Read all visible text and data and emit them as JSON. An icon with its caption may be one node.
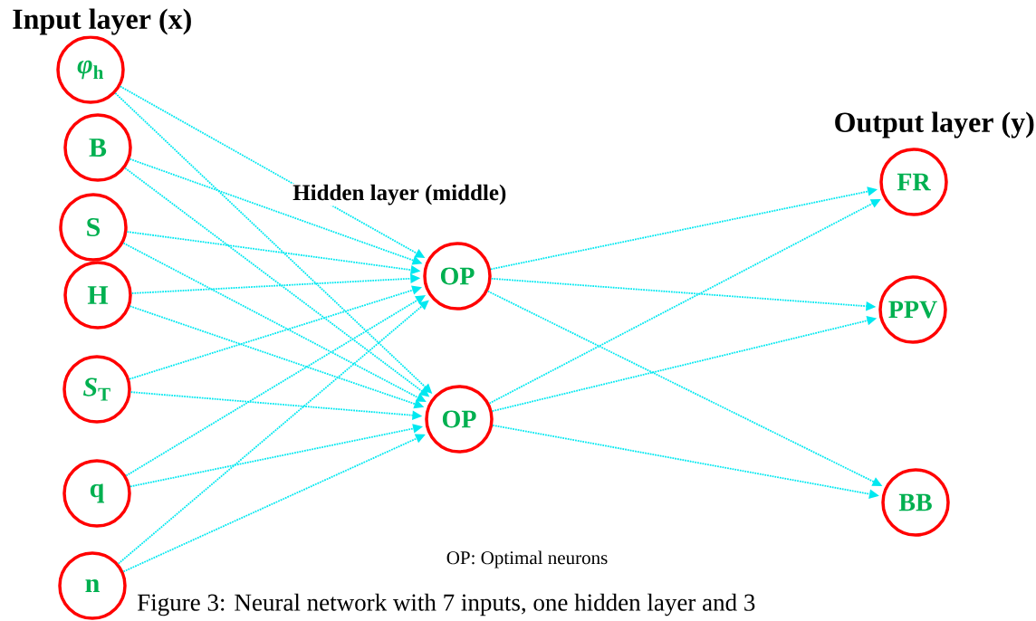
{
  "diagram": {
    "caption": "Figure 3: Neural network with 7 inputs, one hidden layer and 3",
    "nodes": [
      {
        "text": [
          "*φ*$_{h}$"
        ]
      },
      {
        "text": [
          "B"
        ]
      },
      {
        "text": [
          "S"
        ]
      },
      {
        "text": [
          "H"
        ]
      },
      {
        "text": [
          "*S*$_{T}$"
        ]
      },
      {
        "text": [
          "q"
        ]
      },
      {
        "text": [
          "n"
        ]
      },
      {
        "text": [
          "OP"
        ]
      },
      {
        "text": [
          "OP"
        ]
      },
      {
        "text": [
          "FR"
        ]
      },
      {
        "text": [
          "PPV"
        ]
      },
      {
        "text": [
          "BB"
        ]
      }
    ],
    "edges": [
      {
        "from": 0,
        "to": 7,
        "arrow": "to"
      },
      {
        "from": 0,
        "to": 8,
        "arrow": "to"
      },
      {
        "from": 1,
        "to": 7,
        "arrow": "to"
      },
      {
        "from": 1,
        "to": 8,
        "arrow": "to"
      },
      {
        "from": 2,
        "to": 7,
        "arrow": "to"
      },
      {
        "from": 2,
        "to": 8,
        "arrow": "to"
      },
      {
        "from": 3,
        "to": 7,
        "arrow": "to"
      },
      {
        "from": 3,
        "to": 8,
        "arrow": "to"
      },
      {
        "from": 4,
        "to": 8,
        "arrow": "to"
      },
      {
        "from": 4,
        "to": 7,
        "arrow": "to"
      },
      {
        "from": 5,
        "to": 8,
        "arrow": "to"
      },
      {
        "from": 5,
        "to": 7,
        "arrow": "to"
      },
      {
        "from": 6,
        "to": 7,
        "arrow": "to"
      },
      {
        "from": 6,
        "to": 8,
        "arrow": "to"
      },
      {
        "from": 7,
        "to": 9,
        "arrow": "to"
      },
      {
        "from": 7,
        "to": 10,
        "arrow": "to"
      },
      {
        "from": 7,
        "to": 11,
        "arrow": "to"
      },
      {
        "from": 8,
        "to": 9,
        "arrow": "to"
      },
      {
        "from": 8,
        "to": 10,
        "arrow": "to"
      },
      {
        "from": 8,
        "to": 11,
        "arrow": "to"
      }
    ],
    "labels": [
      "Input layer (x)",
      "Output layer (y)",
      "Hidden layer (middle)",
      "OP: Optimal neurons"
    ]
  }
}
